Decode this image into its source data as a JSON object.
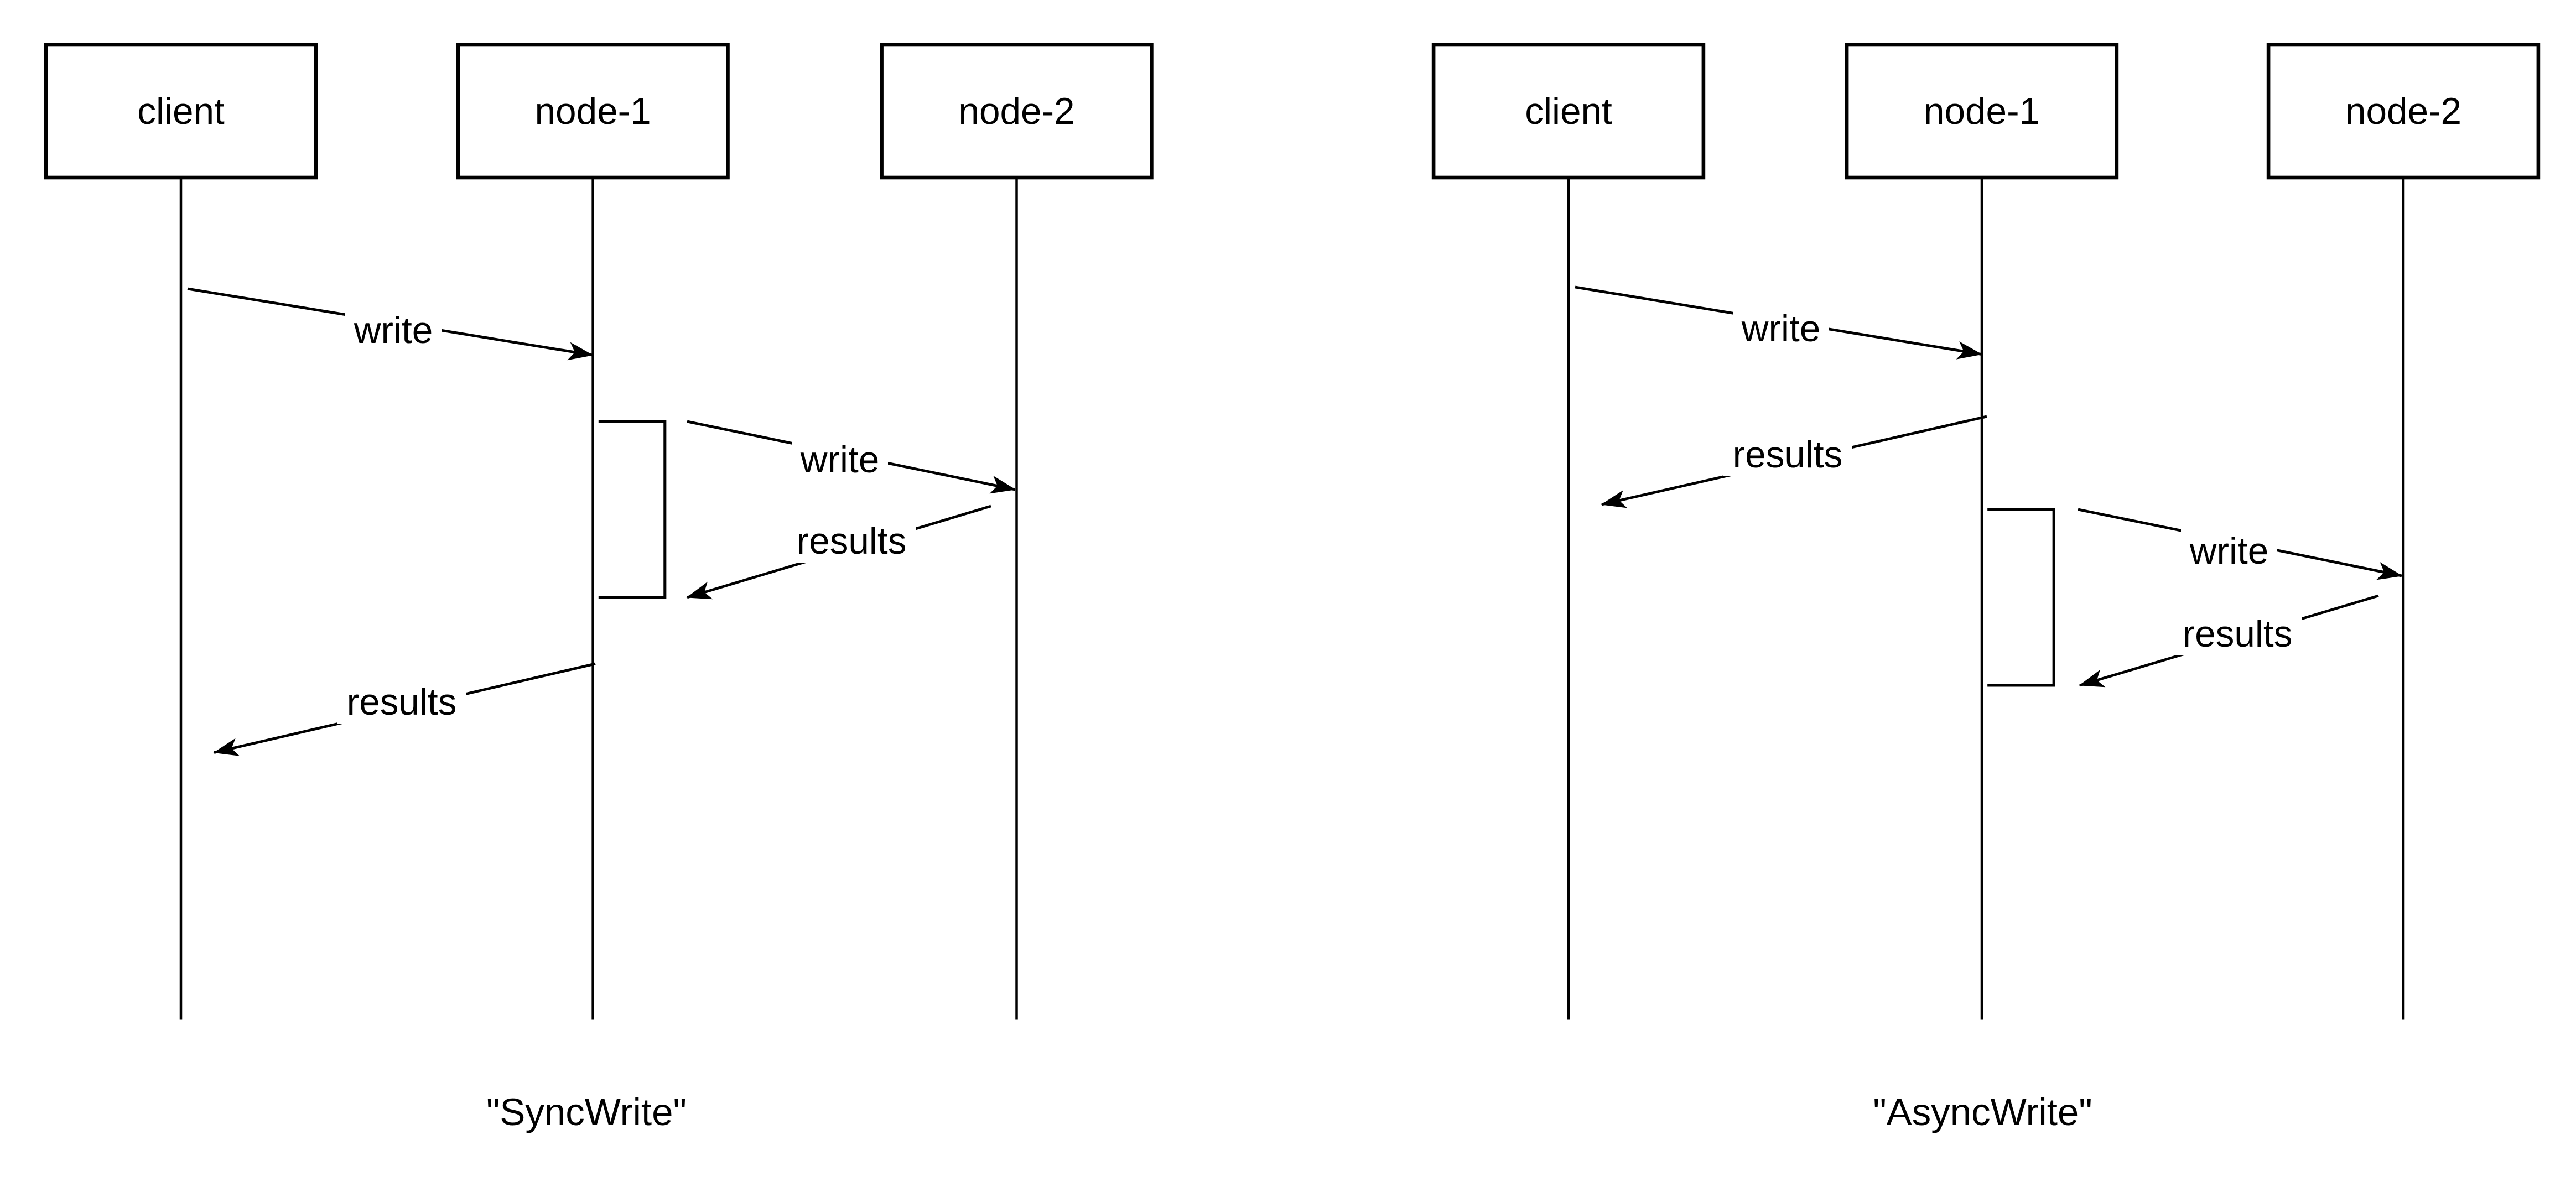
{
  "colors": {
    "background": "#ffffff",
    "stroke": "#000000",
    "text": "#000000"
  },
  "diagrams": [
    {
      "name": "SyncWrite",
      "caption": "\"SyncWrite\"",
      "actors": [
        {
          "label": "client"
        },
        {
          "label": "node-1"
        },
        {
          "label": "node-2"
        }
      ],
      "messages": [
        {
          "label": "write",
          "from": "client",
          "to": "node-1"
        },
        {
          "label": "write",
          "from": "node-1",
          "to": "node-2"
        },
        {
          "label": "results",
          "from": "node-2",
          "to": "node-1"
        },
        {
          "label": "results",
          "from": "node-1",
          "to": "client"
        }
      ]
    },
    {
      "name": "AsyncWrite",
      "caption": "\"AsyncWrite\"",
      "actors": [
        {
          "label": "client"
        },
        {
          "label": "node-1"
        },
        {
          "label": "node-2"
        }
      ],
      "messages": [
        {
          "label": "write",
          "from": "client",
          "to": "node-1"
        },
        {
          "label": "results",
          "from": "node-1",
          "to": "client"
        },
        {
          "label": "write",
          "from": "node-1",
          "to": "node-2"
        },
        {
          "label": "results",
          "from": "node-2",
          "to": "node-1"
        }
      ]
    }
  ]
}
